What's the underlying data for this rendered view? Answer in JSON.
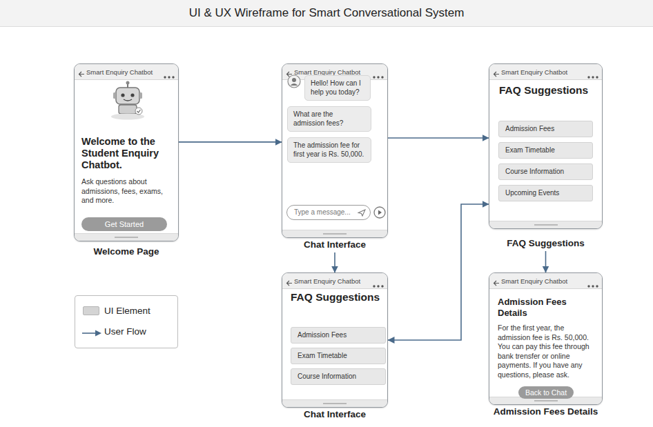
{
  "diagram": {
    "title": "UI & UX Wireframe for Smart Conversational System",
    "nodes": [
      {
        "text": [
          "Smart Enquiry Chatbot",
          "Welcome to the Student Enquiry Chatbot.",
          "Ask questions about admissions, fees, exams, and more.",
          "Welcome Page"
        ]
      },
      {
        "text": [
          "Get Started"
        ],
        "in": 0
      },
      {
        "text": [
          "Smart Enquiry Chatbot",
          "Chat Interface"
        ]
      },
      {
        "text": [
          "Hello! How can I help you today?"
        ],
        "in": 2
      },
      {
        "text": [
          "What are the admission fees?"
        ],
        "in": 2
      },
      {
        "text": [
          "The admission fee for first year is Rs. 50,000."
        ],
        "in": 2
      },
      {
        "text": [
          "Type a message..."
        ],
        "in": 2
      },
      {
        "text": [
          "Smart Enquiry Chatbot",
          "FAQ Suggestions",
          "FAQ Suggestions"
        ]
      },
      {
        "text": [
          "Admission Fees"
        ],
        "in": 7
      },
      {
        "text": [
          "Exam Timetable"
        ],
        "in": 7
      },
      {
        "text": [
          "Course Information"
        ],
        "in": 7
      },
      {
        "text": [
          "Upcoming Events"
        ],
        "in": 7
      },
      {
        "text": [
          "Smart Enquiry Chatbot",
          "FAQ Suggestions",
          "Chat Interface"
        ]
      },
      {
        "text": [
          "Admission Fees"
        ],
        "in": 12
      },
      {
        "text": [
          "Exam Timetable"
        ],
        "in": 12
      },
      {
        "text": [
          "Course Information"
        ],
        "in": 12
      },
      {
        "text": [
          "Smart Enquiry Chatbot",
          "Admission Fees Details",
          "For the first year, the admission fee is Rs. 50,000. You can pay this fee through bank trensfer or online payments. If you have any questions, please ask.",
          "Admission Fees Details"
        ]
      },
      {
        "text": [
          "Back to Chat"
        ],
        "in": 16
      }
    ],
    "edges": [
      {
        "from": 0,
        "to": 2,
        "arrow": "to"
      },
      {
        "from": 2,
        "to": 7,
        "arrow": "to"
      },
      {
        "from": 2,
        "to": 12,
        "arrow": "to"
      },
      {
        "from": 7,
        "to": 16,
        "arrow": "to"
      },
      {
        "from": 12,
        "to": 7,
        "arrow": "both"
      }
    ],
    "legend": [
      {
        "text": "UI Element",
        "color": "#d4d4d4"
      },
      {
        "text": "User Flow"
      }
    ]
  }
}
